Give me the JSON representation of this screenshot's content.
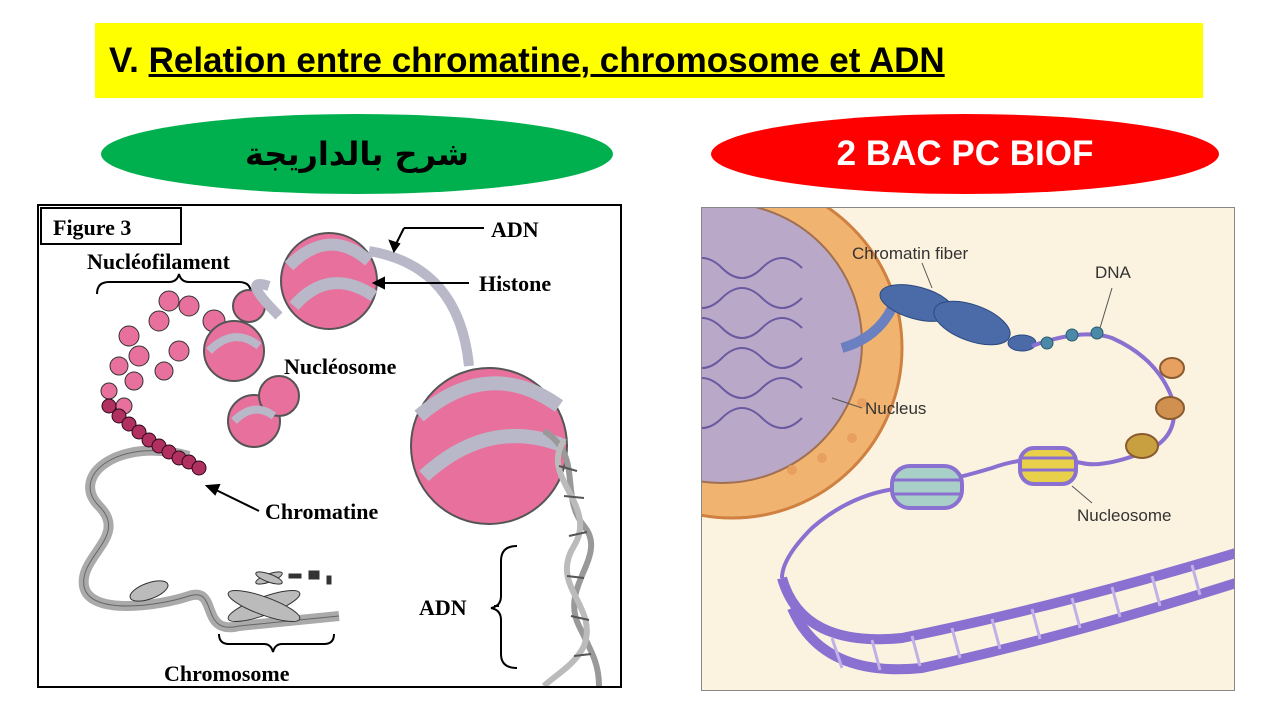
{
  "header": {
    "numeral": "V.",
    "title": "Relation entre chromatine, chromosome et ADN"
  },
  "badges": {
    "left_label": "شرح بالداريجة",
    "right_label": "2 BAC PC BIOF",
    "left_color": "#00b04f",
    "right_color": "#ff0000",
    "title_bg": "#ffff00"
  },
  "figure_left": {
    "figure_label": "Figure 3",
    "labels": {
      "nucleofilament": "Nucléofilament",
      "adn_top": "ADN",
      "histone": "Histone",
      "nucleosome": "Nucléosome",
      "chromatine": "Chromatine",
      "chromosome": "Chromosome",
      "adn_bottom": "ADN"
    },
    "colors": {
      "histone": "#e8709c",
      "dna": "#b8b8c8"
    }
  },
  "figure_right": {
    "labels": {
      "chromatin_fiber": "Chromatin fiber",
      "dna": "DNA",
      "nucleus": "Nucleus",
      "nucleosome": "Nucleosome"
    },
    "colors": {
      "dna": "#8a70d0",
      "nucleus": "#f0b470",
      "background": "#fbf3df"
    }
  }
}
